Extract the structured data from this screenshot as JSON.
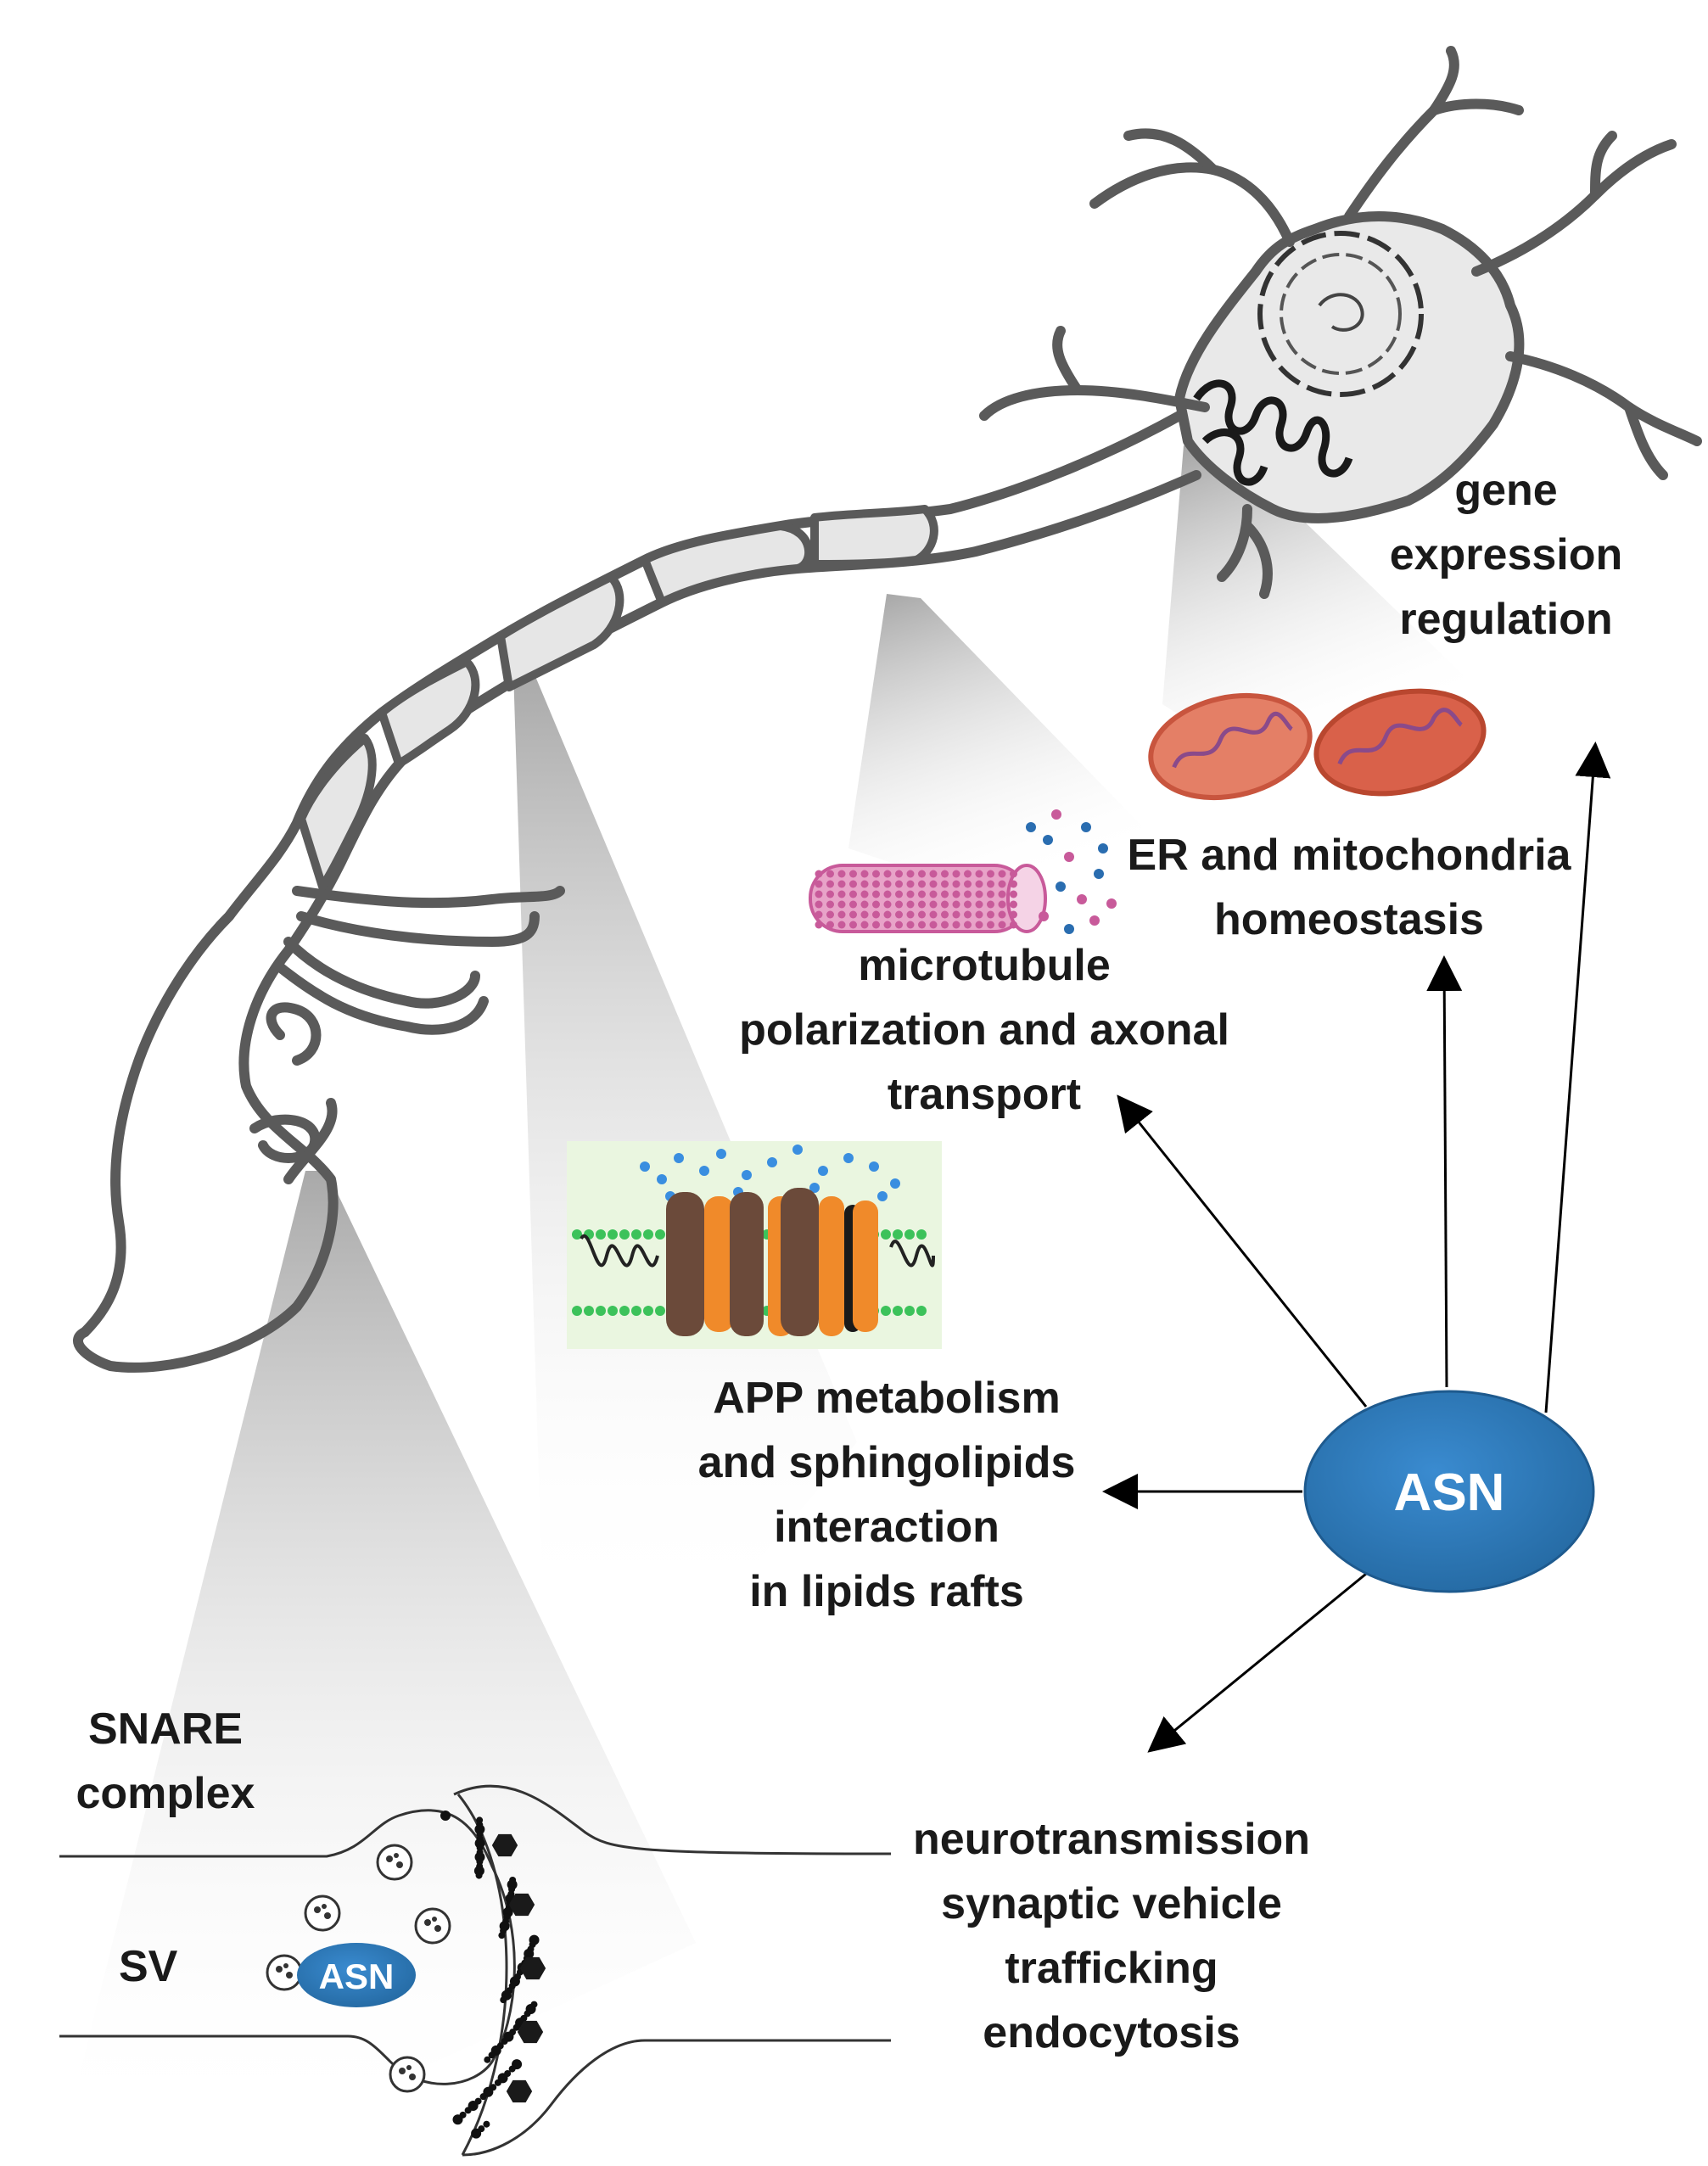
{
  "labels": {
    "gene_expression": [
      "gene",
      "expression",
      "regulation"
    ],
    "er_mito": [
      "ER and mitochondria",
      "homeostasis"
    ],
    "microtubule": [
      "microtubule",
      "polarization and axonal",
      "transport"
    ],
    "app": [
      "APP metabolism",
      "and sphingolipids",
      "interaction",
      "in lipids rafts"
    ],
    "neuro": [
      "neurotransmission",
      "synaptic vehicle",
      "trafficking",
      "endocytosis"
    ],
    "snare": [
      "SNARE",
      "complex"
    ],
    "sv": "SV",
    "asn_main": "ASN",
    "asn_small": "ASN"
  },
  "colors": {
    "neuron_outline": "#5a5a5a",
    "asn_fill": "#2e7bc0",
    "mito": "#d9614a",
    "membrane_orange": "#f08a2a",
    "membrane_brown": "#6b4a3a",
    "lipid_green": "#3cc25a",
    "lipid_blue": "#3a8ee0",
    "microtubule_pink": "#c85a9a"
  }
}
